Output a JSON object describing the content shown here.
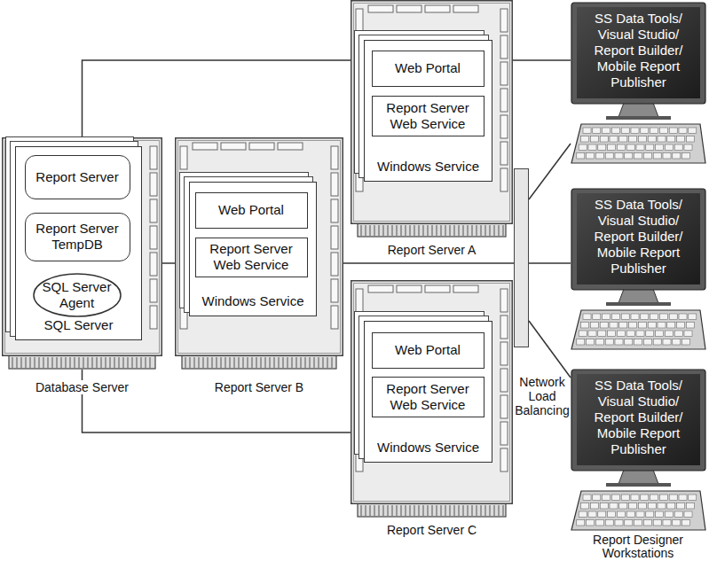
{
  "diagram": {
    "nodes": [
      {
        "text": [
          "Database Server"
        ]
      },
      {
        "text": [
          "SQL Server"
        ],
        "in": 0
      },
      {
        "text": [
          "Report Server"
        ],
        "in": 1
      },
      {
        "text": [
          "Report Server TempDB"
        ],
        "in": 1
      },
      {
        "text": [
          "SQL Server Agent"
        ],
        "in": 1
      },
      {
        "text": [
          "Report Server B"
        ]
      },
      {
        "text": [
          "Windows Service"
        ],
        "in": 5
      },
      {
        "text": [
          "Web Portal"
        ],
        "in": 6
      },
      {
        "text": [
          "Report Server Web Service"
        ],
        "in": 6
      },
      {
        "text": [
          "Report Server A"
        ]
      },
      {
        "text": [
          "Windows Service"
        ],
        "in": 9
      },
      {
        "text": [
          "Web Portal"
        ],
        "in": 10
      },
      {
        "text": [
          "Report Server Web Service"
        ],
        "in": 10
      },
      {
        "text": [
          "Report Server C"
        ]
      },
      {
        "text": [
          "Windows Service"
        ],
        "in": 13
      },
      {
        "text": [
          "Web Portal"
        ],
        "in": 14
      },
      {
        "text": [
          "Report Server Web Service"
        ],
        "in": 14
      },
      {
        "text": [
          "Network Load Balancing"
        ]
      },
      {
        "text": [
          "SS Data Tools/ Visual Studio/ Report Builder/ Mobile Report Publisher"
        ]
      },
      {
        "text": [
          "SS Data Tools/ Visual Studio/ Report Builder/ Mobile Report Publisher"
        ]
      },
      {
        "text": [
          "SS Data Tools/ Visual Studio/ Report Builder/ Mobile Report Publisher"
        ]
      }
    ],
    "edges": [
      {
        "from": 0,
        "to": 9,
        "arrow": "none"
      },
      {
        "from": 0,
        "to": 5,
        "arrow": "none"
      },
      {
        "from": 0,
        "to": 13,
        "arrow": "none"
      },
      {
        "from": 5,
        "to": 17,
        "arrow": "none"
      },
      {
        "from": 9,
        "to": 18,
        "arrow": "none"
      },
      {
        "from": 17,
        "to": 18,
        "arrow": "none"
      },
      {
        "from": 17,
        "to": 19,
        "arrow": "none"
      },
      {
        "from": 17,
        "to": 20,
        "arrow": "none"
      }
    ],
    "labels": [
      "Report Designer Workstations"
    ]
  }
}
